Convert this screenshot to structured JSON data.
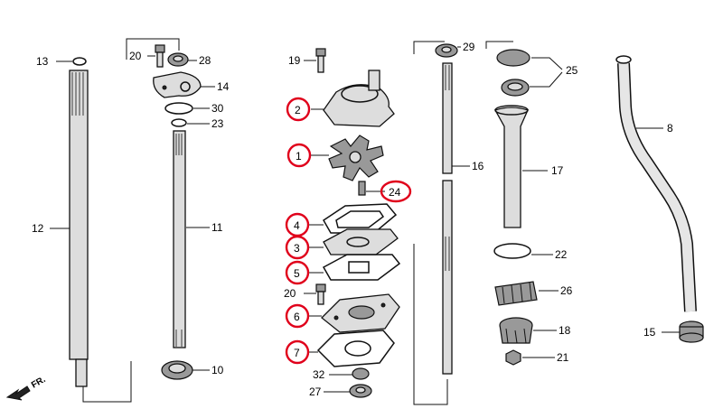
{
  "diagram": {
    "direction_label": "FR.",
    "highlight_color": "#e0001b",
    "labels": {
      "p13": "13",
      "p20a": "20",
      "p28": "28",
      "p14": "14",
      "p30": "30",
      "p23": "23",
      "p12": "12",
      "p11": "11",
      "p10": "10",
      "p19": "19",
      "p2": "2",
      "p1": "1",
      "p24": "24",
      "p4": "4",
      "p3": "3",
      "p5": "5",
      "p20b": "20",
      "p6": "6",
      "p7": "7",
      "p32": "32",
      "p27": "27",
      "p29": "29",
      "p16": "16",
      "p25": "25",
      "p17": "17",
      "p22": "22",
      "p26": "26",
      "p18": "18",
      "p21": "21",
      "p8": "8",
      "p15": "15"
    }
  }
}
